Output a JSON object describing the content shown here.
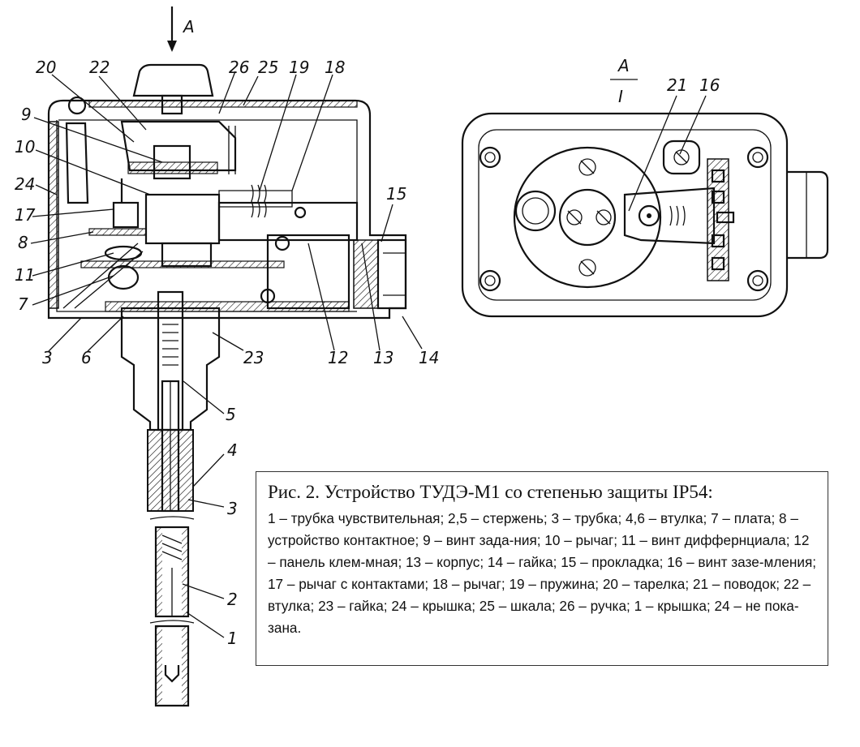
{
  "figure": {
    "view_arrow_label": "A",
    "section_label_top": "A",
    "section_label_bottom": "I",
    "part_labels": {
      "l1": "1",
      "l2": "2",
      "l3a": "3",
      "l3b": "3",
      "l4": "4",
      "l5": "5",
      "l6": "6",
      "l7": "7",
      "l8": "8",
      "l9": "9",
      "l10": "10",
      "l11": "11",
      "l12": "12",
      "l13": "13",
      "l14": "14",
      "l15": "15",
      "l16": "16",
      "l17": "17",
      "l18": "18",
      "l19": "19",
      "l20": "20",
      "l21": "21",
      "l22": "22",
      "l23": "23",
      "l24": "24",
      "l25": "25",
      "l26": "26"
    }
  },
  "caption": {
    "title": "Рис. 2. Устройство ТУДЭ-М1 со степенью защиты IP54:",
    "body": "1 – трубка чувствительная; 2,5 – стержень; 3 – трубка; 4,6 – втулка; 7 – плата; 8 – устройство контактное; 9 – винт зада-ния; 10 – рычаг; 11 – винт диффернциала; 12 – панель клем-мная; 13 – корпус; 14 – гайка; 15 – прокладка; 16 – винт зазе-мления; 17 – рычаг с контактами; 18 – рычаг; 19 – пружина; 20 – тарелка; 21 – поводок; 22 – втулка; 23 – гайка; 24 – крышка; 25 – шкала; 26 – ручка; 1 – крышка; 24 – не пока-зана."
  }
}
